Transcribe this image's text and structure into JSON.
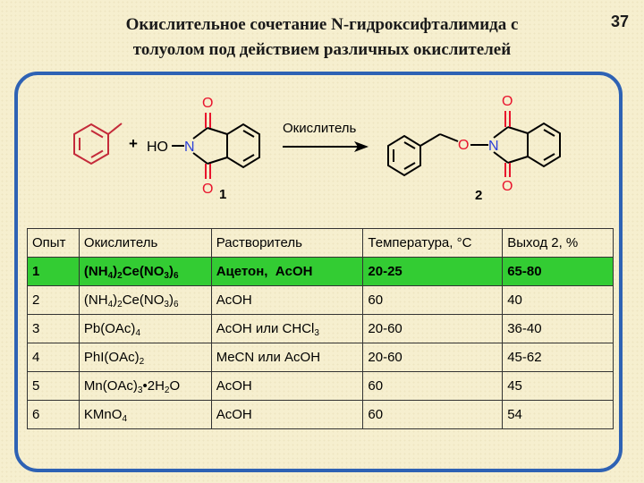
{
  "slide": {
    "title_line1": "Окислительное сочетание N-гидроксифталимида с",
    "title_line2": "толуолом под действием различных окислителей",
    "page_number": "37"
  },
  "scheme": {
    "plus": "+",
    "ho_label": "HO",
    "arrow_label": "Окислитель",
    "compound1_number": "1",
    "compound2_number": "2",
    "atom_o": "O",
    "atom_n": "N",
    "colors": {
      "oxygen": "#e8132c",
      "nitrogen": "#2b3fd8",
      "bond": "#000000",
      "frame": "#2e62b4",
      "highlight": "#33cc33"
    }
  },
  "table": {
    "headers": [
      "Опыт",
      "Окислитель",
      "Растворитель",
      "Температура, °С",
      "Выход 2, %"
    ],
    "rows": [
      {
        "exp": "1",
        "oxidant": [
          "(NH",
          "4",
          ")",
          "2",
          "Ce(NO",
          "3",
          ")",
          "6"
        ],
        "solvent": "Ацетон,  AcOH",
        "temp": "20-25",
        "yield": "65-80"
      },
      {
        "exp": "2",
        "oxidant": [
          "(NH",
          "4",
          ")",
          "2",
          "Ce(NO",
          "3",
          ")",
          "6"
        ],
        "solvent": "AcOH",
        "temp": "60",
        "yield": "40"
      },
      {
        "exp": "3",
        "oxidant": [
          "Pb(OAc)",
          "4"
        ],
        "solvent": [
          "AcOH или CHCl",
          "3"
        ],
        "temp": "20-60",
        "yield": "36-40"
      },
      {
        "exp": "4",
        "oxidant": [
          "PhI(OAc)",
          "2"
        ],
        "solvent": "MeCN или AcOH",
        "temp": "20-60",
        "yield": "45-62"
      },
      {
        "exp": "5",
        "oxidant": [
          "Mn(OAc)",
          "3",
          "•2H",
          "2",
          "O"
        ],
        "solvent": "AcOH",
        "temp": "60",
        "yield": "45"
      },
      {
        "exp": "6",
        "oxidant": [
          "KMnO",
          "4"
        ],
        "solvent": "AcOH",
        "temp": "60",
        "yield": "54"
      }
    ]
  }
}
